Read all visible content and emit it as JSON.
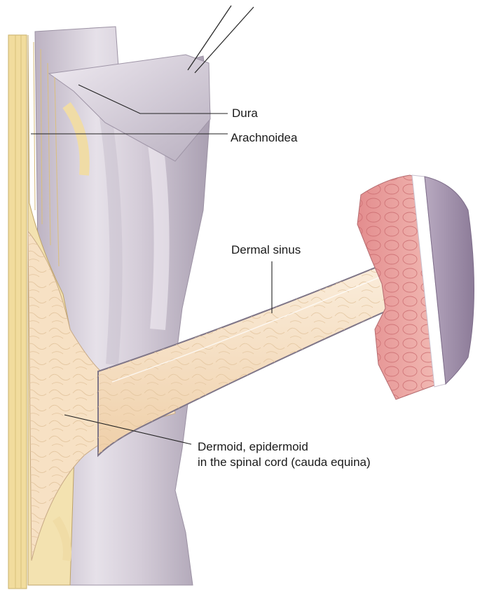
{
  "labels": {
    "dura": "Dura",
    "arachnoidea": "Arachnoidea",
    "dermal_sinus": "Dermal sinus",
    "dermoid_line1": "Dermoid, epidermoid",
    "dermoid_line2": "in the spinal cord (cauda equina)"
  },
  "colors": {
    "dura": "#dcd6e0",
    "dura_shadow": "#b4abba",
    "nerve": "#f1dfa9",
    "cord": "#f7e0c3",
    "skin_muscle": "#e9a1a0",
    "epidermis": "#9e8ea8",
    "fat_layer": "#ffffff",
    "leader_line": "#222222"
  }
}
